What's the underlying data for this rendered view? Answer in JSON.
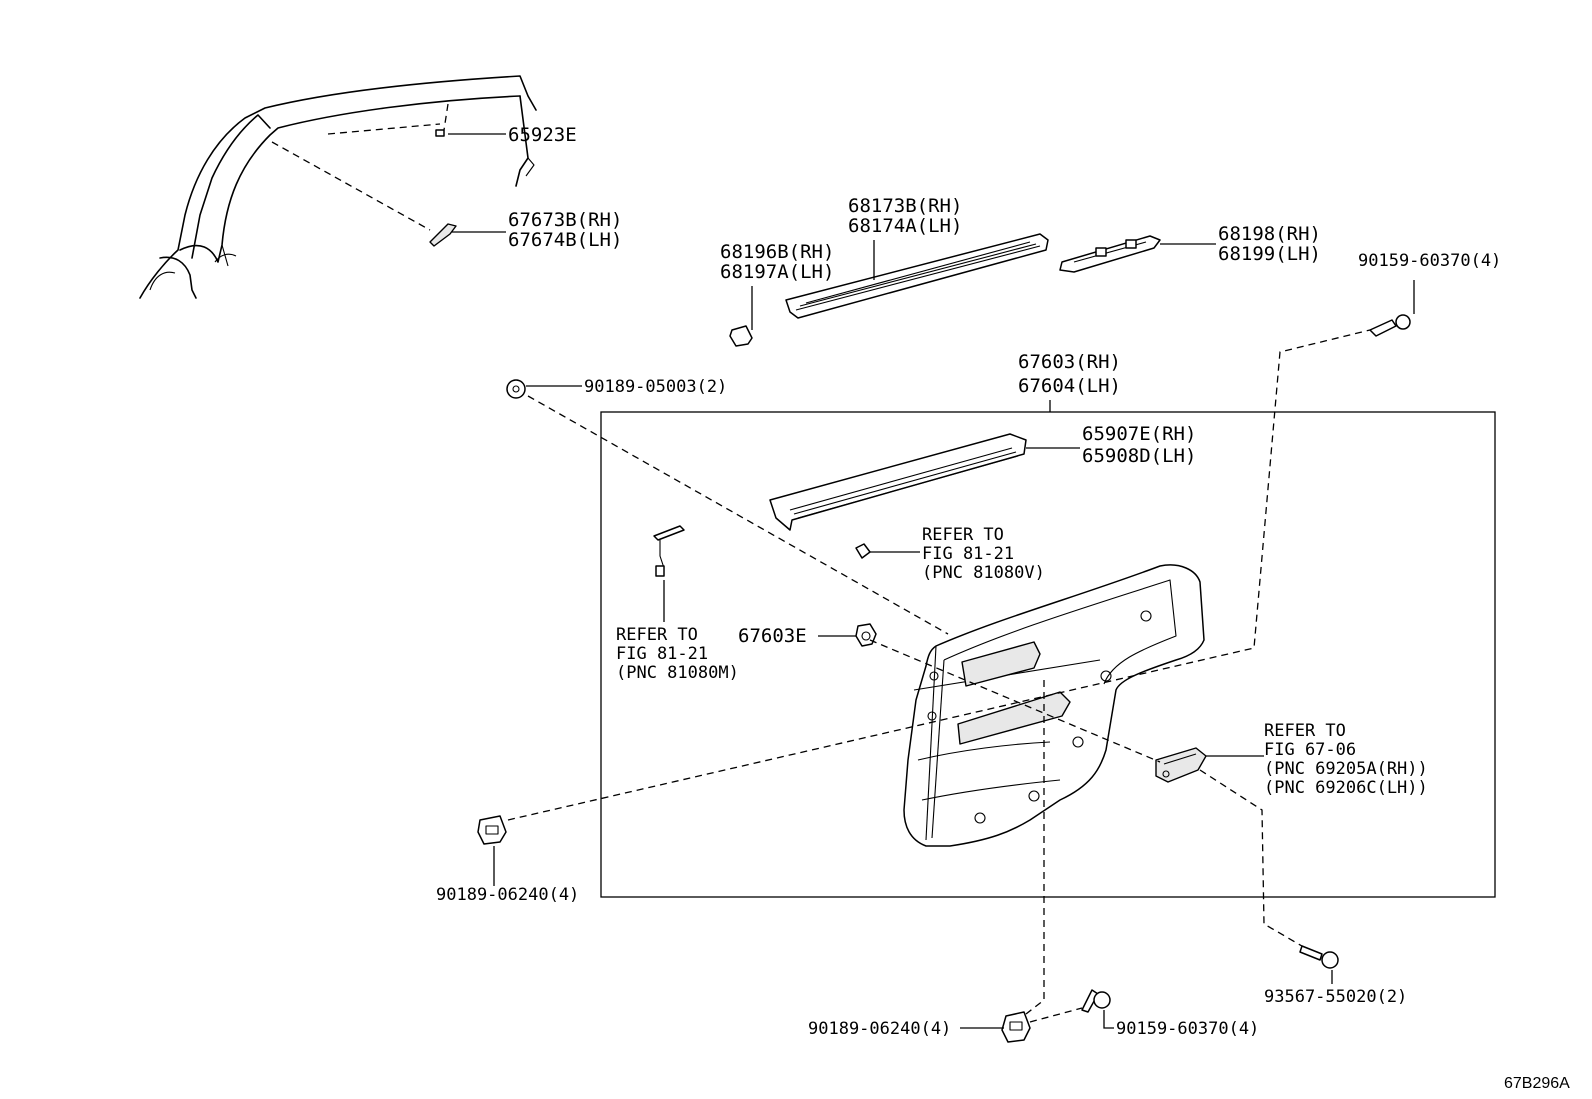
{
  "figure_id": "67B296A",
  "labels": {
    "p65923e": "65923E",
    "p67673b": "67673B(RH)",
    "p67674b": "67674B(LH)",
    "p68173b": "68173B(RH)",
    "p68174a": "68174A(LH)",
    "p68196b": "68196B(RH)",
    "p68197a": "68197A(LH)",
    "p68198": "68198(RH)",
    "p68199": "68199(LH)",
    "p90159_top": "90159-60370(4)",
    "p90189_05003": "90189-05003(2)",
    "p67603": "67603(RH)",
    "p67604": "67604(LH)",
    "p65907e": "65907E(RH)",
    "p65908d": "65908D(LH)",
    "p67603e": "67603E",
    "p90189_06240_left": "90189-06240(4)",
    "p90189_06240_bottom": "90189-06240(4)",
    "p90159_bottom": "90159-60370(4)",
    "p93567": "93567-55020(2)"
  },
  "refs": {
    "ref_81080v": [
      "REFER TO",
      "FIG 81-21",
      "(PNC 81080V)"
    ],
    "ref_81080m": [
      "REFER TO",
      "FIG 81-21",
      "(PNC 81080M)"
    ],
    "ref_6706": [
      "REFER TO",
      "FIG 67-06",
      "(PNC 69205A(RH))",
      "(PNC 69206C(LH))"
    ]
  }
}
